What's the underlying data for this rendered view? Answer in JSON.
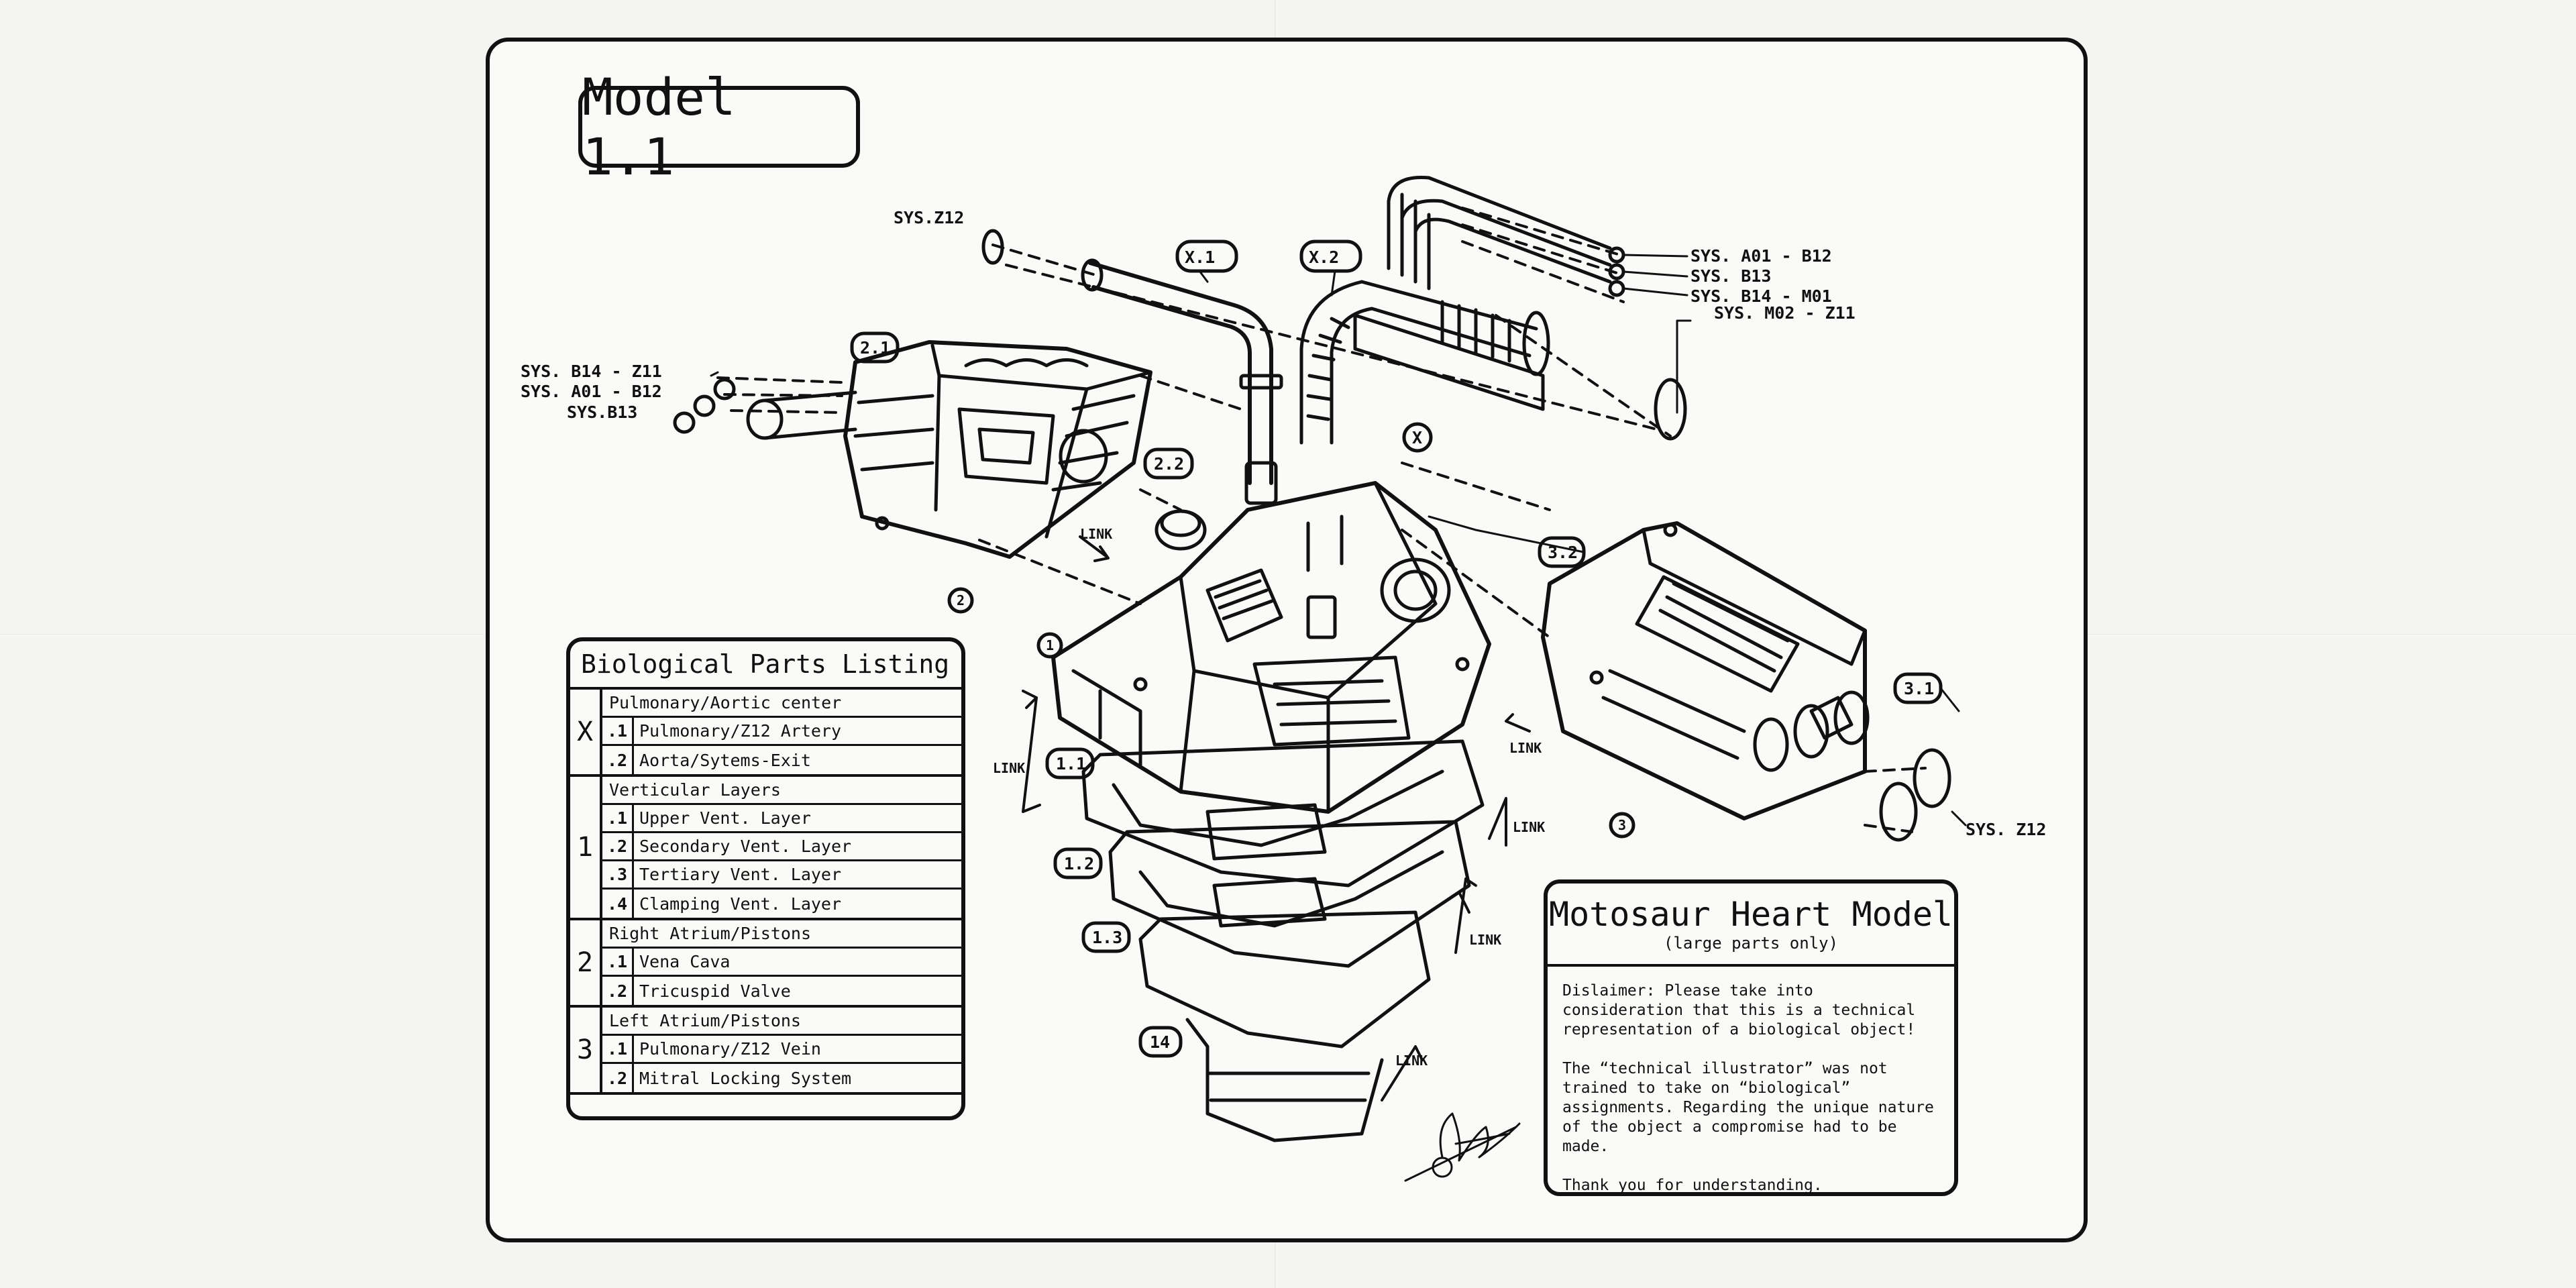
{
  "model_title": "Model 1.1",
  "callouts": {
    "x1": "X.1",
    "x2": "X.2",
    "x": "X",
    "c21": "2.1",
    "c22": "2.2",
    "c32": "3.2",
    "c31": "3.1",
    "c11": "1.1",
    "c12": "1.2",
    "c13": "1.3",
    "c14": "14",
    "n1": "1",
    "n2": "2",
    "n3": "3"
  },
  "system_labels": {
    "sys_z12_top": "SYS.Z12",
    "sys_a01_b12_right": "SYS. A01 - B12",
    "sys_b13_right": "SYS. B13",
    "sys_b14_m01_right": "SYS. B14 - M01",
    "sys_m02_z11_right": "SYS. M02 - Z11",
    "sys_b14_z11_left": "SYS. B14 - Z11",
    "sys_a01_b12_left": "SYS. A01 - B12",
    "sys_b13_left": "SYS.B13",
    "sys_z12_bottom": "SYS. Z12"
  },
  "link_labels": [
    "LINK",
    "LINK",
    "LINK",
    "LINK",
    "LINK",
    "LINK"
  ],
  "parts_listing": {
    "title": "Biological Parts Listing",
    "groups": [
      {
        "key": "X",
        "heading": "Pulmonary/Aortic center",
        "items": [
          {
            "k": ".1",
            "v": "Pulmonary/Z12 Artery"
          },
          {
            "k": ".2",
            "v": "Aorta/Sytems-Exit"
          }
        ]
      },
      {
        "key": "1",
        "heading": "Verticular Layers",
        "items": [
          {
            "k": ".1",
            "v": "Upper Vent. Layer"
          },
          {
            "k": ".2",
            "v": "Secondary Vent. Layer"
          },
          {
            "k": ".3",
            "v": "Tertiary Vent. Layer"
          },
          {
            "k": ".4",
            "v": "Clamping Vent. Layer"
          }
        ]
      },
      {
        "key": "2",
        "heading": "Right Atrium/Pistons",
        "items": [
          {
            "k": ".1",
            "v": "Vena Cava"
          },
          {
            "k": ".2",
            "v": "Tricuspid Valve"
          }
        ]
      },
      {
        "key": "3",
        "heading": "Left Atrium/Pistons",
        "items": [
          {
            "k": ".1",
            "v": "Pulmonary/Z12 Vein"
          },
          {
            "k": ".2",
            "v": "Mitral Locking System"
          }
        ]
      }
    ]
  },
  "info_box": {
    "title": "Motosaur Heart Model",
    "subtitle": "(large parts only)",
    "paragraph_1": "Dislaimer: Please take into consideration that this is a technical representation of a biological object!",
    "paragraph_2": "The “technical illustrator” was not trained to take on “biological” assignments. Regarding the unique nature of the object a compromise had to be made.",
    "paragraph_3": "Thank you for understanding."
  }
}
